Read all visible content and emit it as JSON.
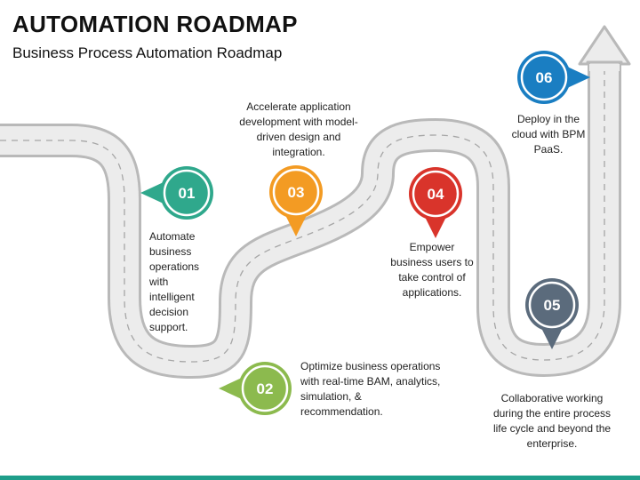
{
  "title": "AUTOMATION ROADMAP",
  "subtitle": "Business Process Automation Roadmap",
  "colors": {
    "road_edge": "#b9b9b9",
    "road_fill": "#ececec",
    "dash": "#a6a6a6",
    "bottom_bar": "#1f9e8a"
  },
  "milestones": [
    {
      "number": "01",
      "color": "#2fa88c",
      "text": "Automate business operations with intelligent decision support."
    },
    {
      "number": "02",
      "color": "#8cba4e",
      "text": "Optimize business operations with real-time BAM, analytics, simulation, & recommendation."
    },
    {
      "number": "03",
      "color": "#f39b23",
      "text": "Accelerate application development with model-driven design and integration."
    },
    {
      "number": "04",
      "color": "#d9342b",
      "text": "Empower business users to take control of applications."
    },
    {
      "number": "05",
      "color": "#5b6b7c",
      "text": "Collaborative working during the entire process life cycle and beyond the enterprise."
    },
    {
      "number": "06",
      "color": "#1a7ec2",
      "text": "Deploy in the cloud with BPM PaaS."
    }
  ]
}
